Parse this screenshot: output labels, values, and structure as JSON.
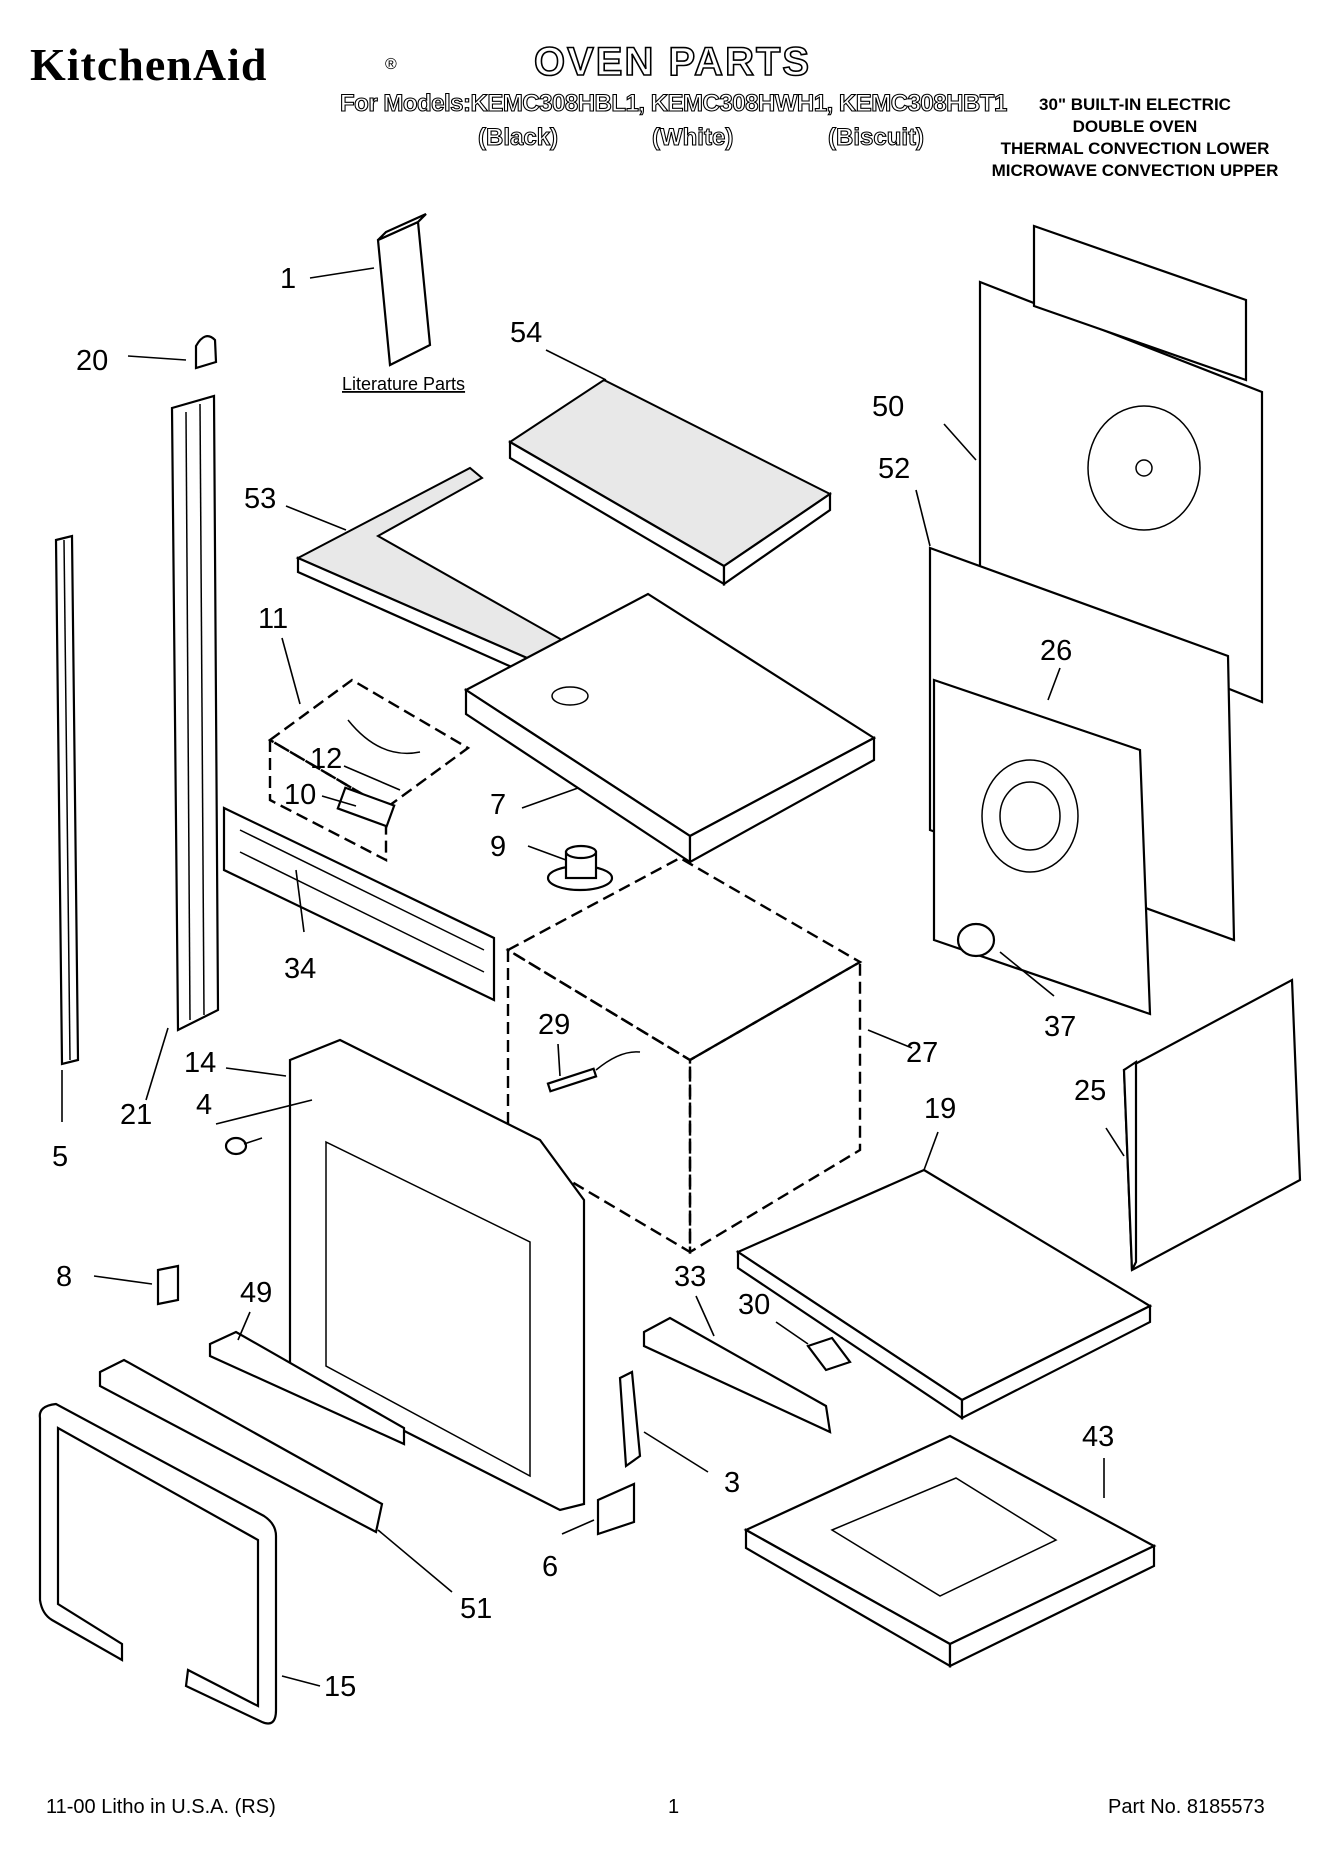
{
  "header": {
    "brand": "KitchenAid",
    "brand_mark": "®",
    "title": "OVEN PARTS",
    "models_line": "For Models:KEMC308HBL1, KEMC308HWH1, KEMC308HBT1",
    "colors": [
      "(Black)",
      "(White)",
      "(Biscuit)"
    ],
    "description": [
      "30\" BUILT-IN ELECTRIC",
      "DOUBLE OVEN",
      "THERMAL CONVECTION LOWER",
      "MICROWAVE CONVECTION UPPER"
    ]
  },
  "literature_label": "Literature Parts",
  "callouts": [
    "1",
    "20",
    "54",
    "50",
    "52",
    "53",
    "11",
    "26",
    "12",
    "10",
    "7",
    "9",
    "34",
    "37",
    "29",
    "14",
    "27",
    "4",
    "21",
    "5",
    "25",
    "19",
    "8",
    "49",
    "33",
    "30",
    "43",
    "3",
    "6",
    "51",
    "15"
  ],
  "footer": {
    "left": "11-00 Litho in U.S.A. (RS)",
    "center": "1",
    "right": "Part No. 8185573"
  }
}
